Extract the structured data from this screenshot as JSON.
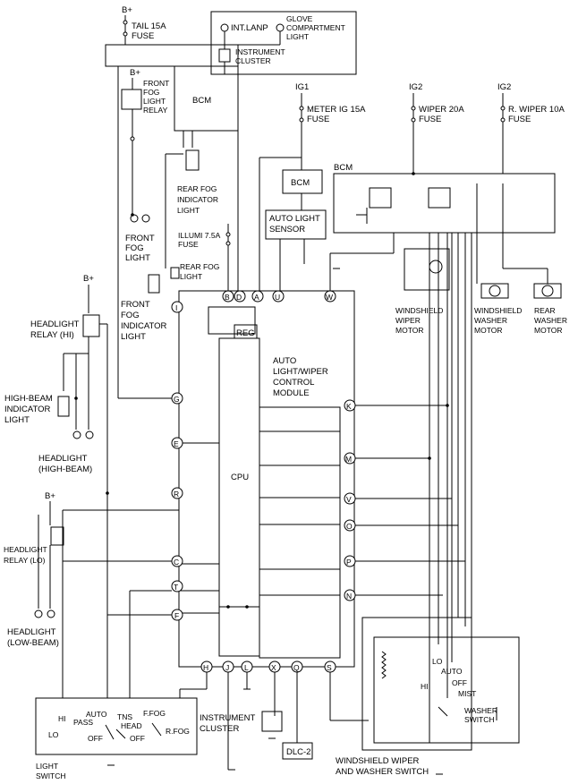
{
  "labels": {
    "bplus": "B+",
    "tail_fuse_1": "TAIL 15A",
    "tail_fuse_2": "FUSE",
    "int_lamp": "INT.LANP",
    "glove_1": "GLOVE",
    "glove_2": "COMPARTMENT",
    "glove_3": "LIGHT",
    "inst_cluster_top_1": "INSTRUMENT",
    "inst_cluster_top_2": "CLUSTER",
    "front_fog_relay_1": "FRONT",
    "front_fog_relay_2": "FOG",
    "front_fog_relay_3": "LIGHT",
    "front_fog_relay_4": "RELAY",
    "bcm_left": "BCM",
    "rear_fog_ind_1": "REAR FOG",
    "rear_fog_ind_2": "INDICATOR",
    "rear_fog_ind_3": "LIGHT",
    "front_fog_light_1": "FRONT",
    "front_fog_light_2": "FOG",
    "front_fog_light_3": "LIGHT",
    "illumi_fuse_1": "ILLUMI 7.5A",
    "illumi_fuse_2": "FUSE",
    "rear_fog_light_1": "REAR FOG",
    "rear_fog_light_2": "LIGHT",
    "front_fog_ind_1": "FRONT",
    "front_fog_ind_2": "FOG",
    "front_fog_ind_3": "INDICATOR",
    "front_fog_ind_4": "LIGHT",
    "ig1": "IG1",
    "meter_fuse_1": "METER IG 15A",
    "meter_fuse_2": "FUSE",
    "ig2_a": "IG2",
    "wiper_fuse_1": "WIPER 20A",
    "wiper_fuse_2": "FUSE",
    "ig2_b": "IG2",
    "rwiper_fuse_1": "R. WIPER 10A",
    "rwiper_fuse_2": "FUSE",
    "bcm_mid": "BCM",
    "bcm_right": "BCM",
    "auto_light_sensor_1": "AUTO LIGHT",
    "auto_light_sensor_2": "SENSOR",
    "headlight_relay_hi_1": "HEADLIGHT",
    "headlight_relay_hi_2": "RELAY (HI)",
    "ws_wiper_motor_1": "WINDSHIELD",
    "ws_wiper_motor_2": "WIPER",
    "ws_wiper_motor_3": "MOTOR",
    "ws_washer_motor_1": "WINDSHIELD",
    "ws_washer_motor_2": "WASHER",
    "ws_washer_motor_3": "MOTOR",
    "rear_washer_motor_1": "REAR",
    "rear_washer_motor_2": "WASHER",
    "rear_washer_motor_3": "MOTOR",
    "reg": "REG",
    "module_1": "AUTO",
    "module_2": "LIGHT/WIPER",
    "module_3": "CONTROL",
    "module_4": "MODULE",
    "high_beam_ind_1": "HIGH-BEAM",
    "high_beam_ind_2": "INDICATOR",
    "high_beam_ind_3": "LIGHT",
    "headlight_high_1": "HEADLIGHT",
    "headlight_high_2": "(HIGH-BEAM)",
    "cpu": "CPU",
    "headlight_relay_lo_1": "HEADLIGHT",
    "headlight_relay_lo_2": "RELAY (LO)",
    "headlight_low_1": "HEADLIGHT",
    "headlight_low_2": "(LOW-BEAM)",
    "ls_hi": "HI",
    "ls_pass": "PASS",
    "ls_lo": "LO",
    "ls_auto": "AUTO",
    "ls_off": "OFF",
    "ls_tns": "TNS",
    "ls_head": "HEAD",
    "ls_ffog": "F.FOG",
    "ls_off2": "OFF",
    "ls_rfog": "R.FOG",
    "inst_cluster_bottom_1": "INSTRUMENT",
    "inst_cluster_bottom_2": "CLUSTER",
    "light_switch_1": "LIGHT",
    "light_switch_2": "SWITCH",
    "dlc": "DLC-2",
    "wsw_lo": "LO",
    "wsw_auto": "AUTO",
    "wsw_hi": "HI",
    "wsw_off": "OFF",
    "wsw_mist": "MIST",
    "washer_switch_1": "WASHER",
    "washer_switch_2": "SWITCH",
    "ws_switch_1": "WINDSHIELD WIPER",
    "ws_switch_2": "AND WASHER SWITCH"
  },
  "terminals": {
    "top": [
      "B",
      "D",
      "A",
      "U",
      "W"
    ],
    "left": [
      "I",
      "G",
      "E",
      "R",
      "C",
      "T",
      "F"
    ],
    "right": [
      "K",
      "M",
      "V",
      "O",
      "P",
      "N"
    ],
    "bottom": [
      "H",
      "J",
      "L",
      "X",
      "Q",
      "S"
    ]
  }
}
